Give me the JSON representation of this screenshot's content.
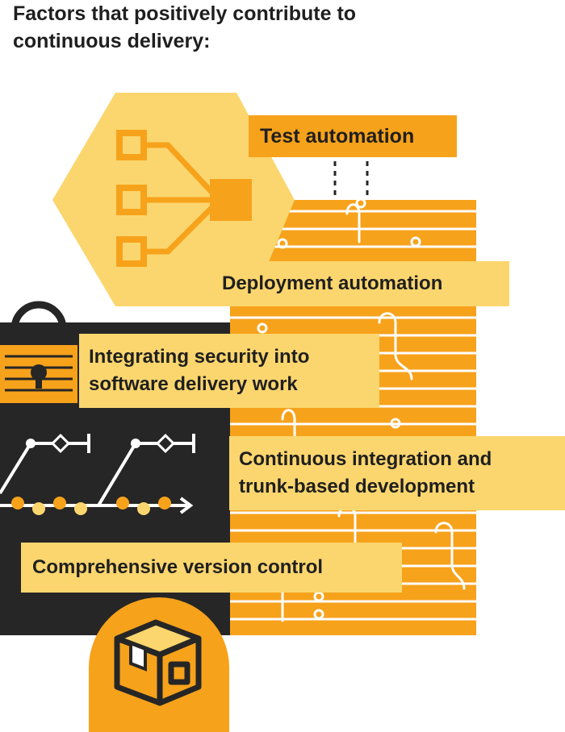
{
  "heading": {
    "line1": "Factors that positively contribute to",
    "line2": "continuous delivery:"
  },
  "factors": {
    "test_automation": "Test automation",
    "deployment_automation": "Deployment automation",
    "security": {
      "line1": "Integrating security into",
      "line2": "software delivery work"
    },
    "ci": {
      "line1": "Continuous integration and",
      "line2": "trunk-based development"
    },
    "version_control": "Comprehensive version control"
  },
  "colors": {
    "orange": "#f7a21b",
    "light_yellow": "#fbd66e",
    "dark": "#262626",
    "white": "#ffffff"
  },
  "icons": [
    "workflow-icon",
    "padlock-icon",
    "branch-pipeline-icon",
    "package-box-icon",
    "circuit-pattern"
  ]
}
